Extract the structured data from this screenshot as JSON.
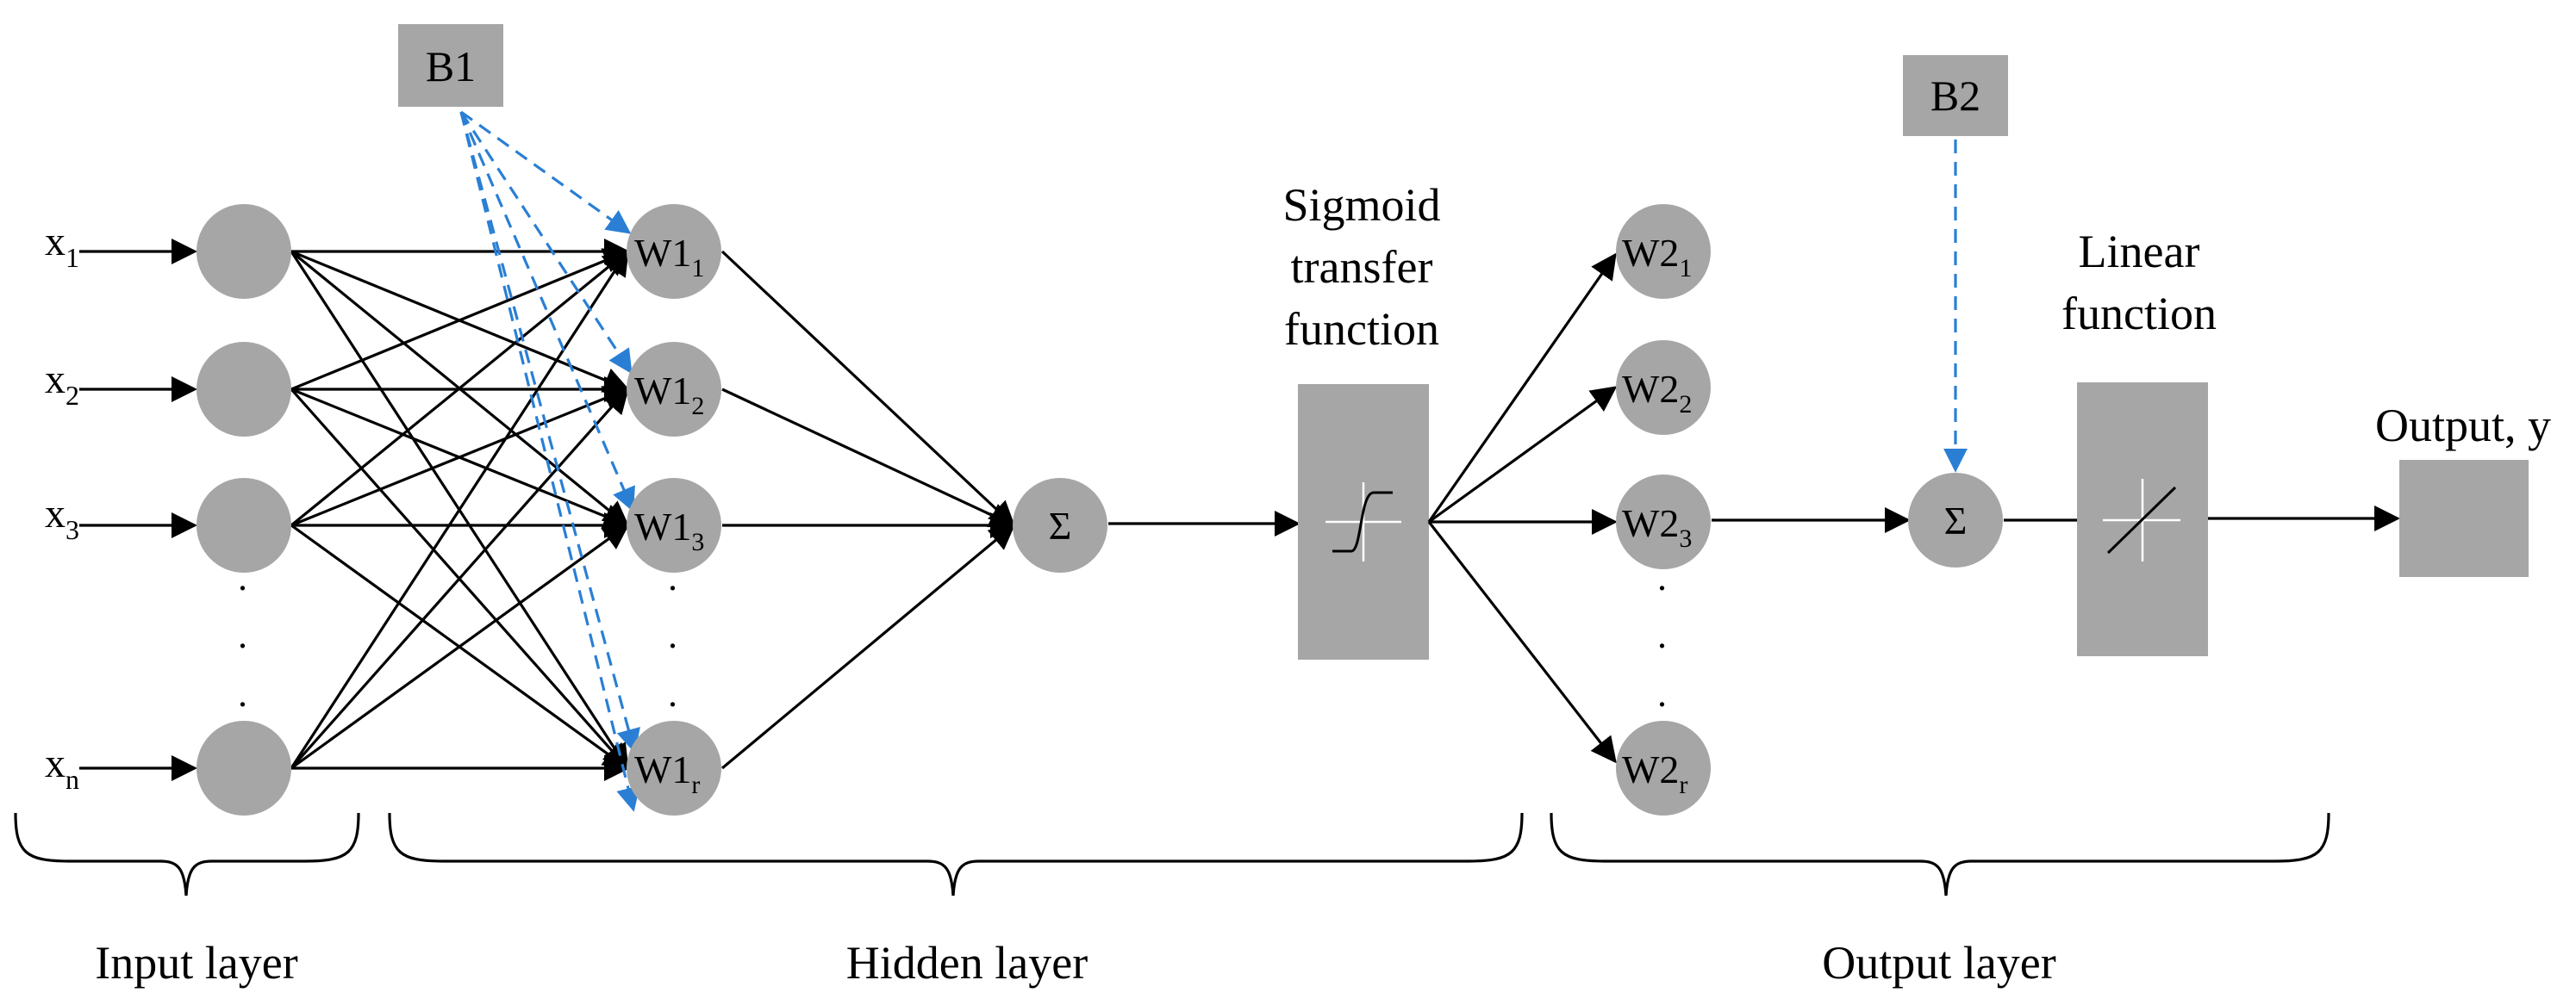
{
  "inputs": {
    "x1": {
      "base": "x",
      "sub": "1"
    },
    "x2": {
      "base": "x",
      "sub": "2"
    },
    "x3": {
      "base": "x",
      "sub": "3"
    },
    "xn": {
      "base": "x",
      "sub": "n"
    }
  },
  "hidden_weights": {
    "w1_1": {
      "base": "W1",
      "sub": "1"
    },
    "w1_2": {
      "base": "W1",
      "sub": "2"
    },
    "w1_3": {
      "base": "W1",
      "sub": "3"
    },
    "w1_r": {
      "base": "W1",
      "sub": "r"
    }
  },
  "output_weights": {
    "w2_1": {
      "base": "W2",
      "sub": "1"
    },
    "w2_2": {
      "base": "W2",
      "sub": "2"
    },
    "w2_3": {
      "base": "W2",
      "sub": "3"
    },
    "w2_r": {
      "base": "W2",
      "sub": "r"
    }
  },
  "bias": {
    "b1": "B1",
    "b2": "B2"
  },
  "sum_symbol": "Σ",
  "sigmoid": {
    "line1": "Sigmoid",
    "line2": "transfer",
    "line3": "function"
  },
  "linear": {
    "line1": "Linear",
    "line2": "function"
  },
  "output_label": "Output, y",
  "layers": {
    "input": "Input layer",
    "hidden": "Hidden layer",
    "output": "Output layer"
  },
  "ellipsis_dot": ".",
  "colors": {
    "node": "#a6a6a6",
    "edge": "#000000",
    "bias_arrow": "#2a7fd4"
  }
}
